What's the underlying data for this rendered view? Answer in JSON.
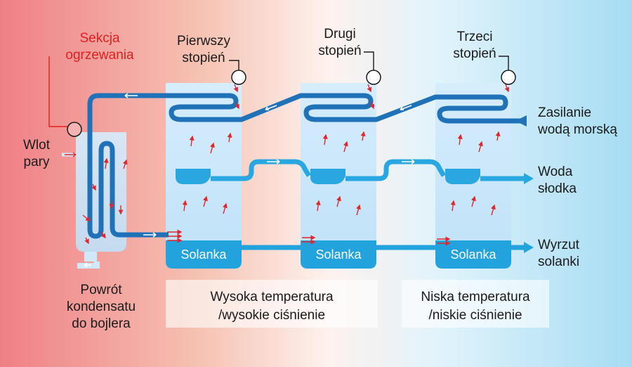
{
  "labels": {
    "heating_section": [
      "Sekcja",
      "ogrzewania"
    ],
    "steam_inlet": [
      "Wlot",
      "pary"
    ],
    "condensate_return": [
      "Powrót",
      "kondensatu",
      "do bojlera"
    ],
    "stage_1": [
      "Pierwszy",
      "stopień"
    ],
    "stage_2": [
      "Drugi",
      "stopień"
    ],
    "stage_3": [
      "Trzeci",
      "stopień"
    ],
    "seawater_feed": [
      "Zasilanie",
      "wodą morską"
    ],
    "fresh_water": [
      "Woda",
      "słodka"
    ],
    "brine_discharge": [
      "Wyrzut",
      "solanki"
    ],
    "brine": "Solanka",
    "high_temp_box": [
      "Wysoka temperatura",
      "/wysokie ciśnienie"
    ],
    "low_temp_box": [
      "Niska temperatura",
      "/niskie ciśnienie"
    ]
  },
  "colors": {
    "background_left": "#ef7f86",
    "background_right": "#a6dcf3",
    "pipe_seawater": "#1f72b8",
    "pipe_fresh_water": "#28a7e1",
    "brine": "#22a3de",
    "steam_arrow": "#e0262d",
    "vessel": "#cfe9fb"
  }
}
